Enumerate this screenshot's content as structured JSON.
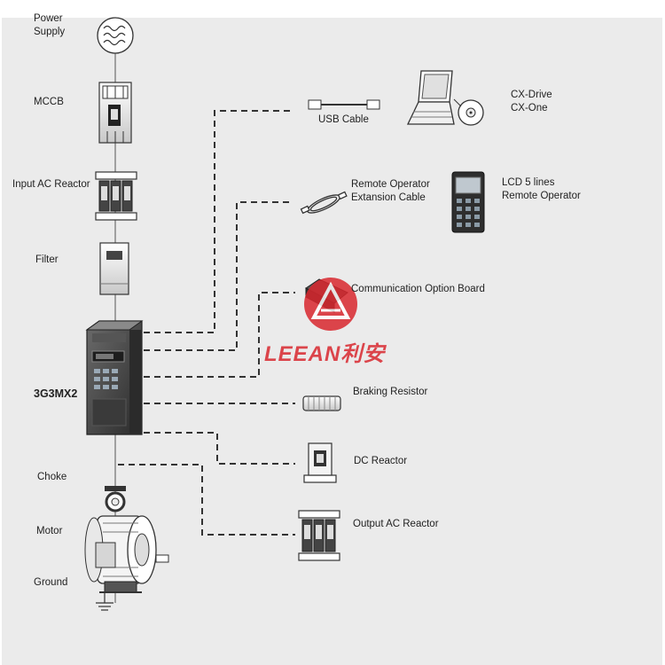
{
  "labels": {
    "power_supply": "Power\nSupply",
    "mccb": "MCCB",
    "input_ac_reactor": "Input AC Reactor",
    "filter": "Filter",
    "inverter": "3G3MX2",
    "choke": "Choke",
    "motor": "Motor",
    "ground": "Ground",
    "usb_cable": "USB Cable",
    "cx_software": "CX-Drive\nCX-One",
    "remote_operator_cable": "Remote Operator\nExtansion Cable",
    "lcd_operator": "LCD 5 lines\nRemote Operator",
    "comm_board": "Communication Option Board",
    "braking_resistor": "Braking Resistor",
    "dc_reactor": "DC Reactor",
    "output_ac_reactor": "Output AC Reactor"
  },
  "watermark": {
    "text": "LEEAN利安",
    "color": "#d9272e"
  },
  "colors": {
    "background": "#ebebeb",
    "line": "#333333",
    "device_dark": "#3a3a3a"
  }
}
